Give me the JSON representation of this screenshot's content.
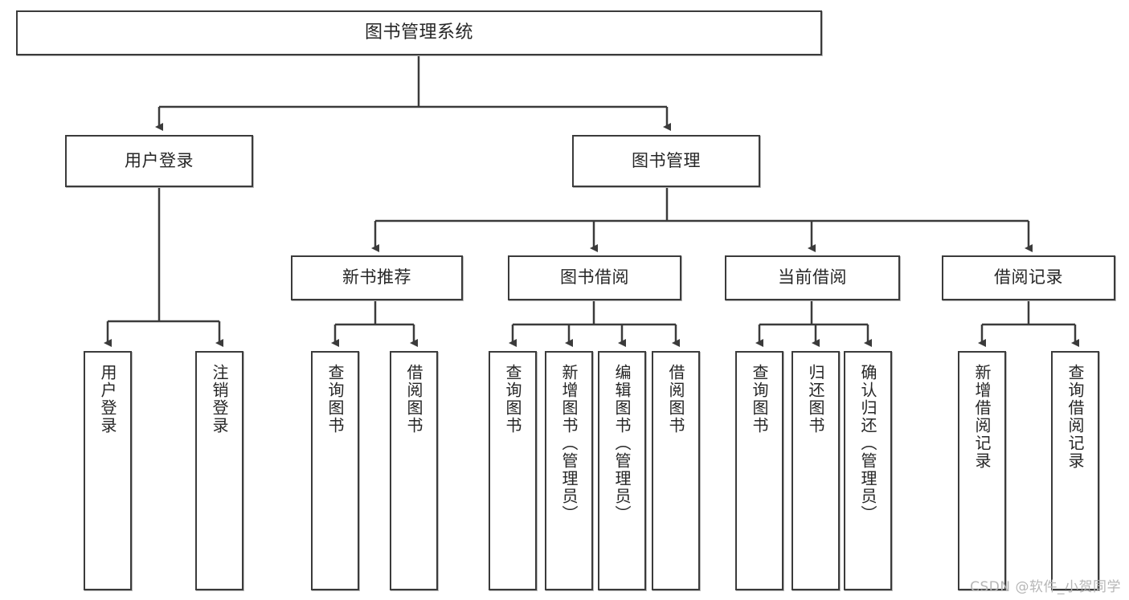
{
  "diagram": {
    "title": "图书管理系统",
    "watermark": "CSDN @软件_小贺同学",
    "colors": {
      "box_border": "#3b3b3b",
      "box_fill": "#ffffff",
      "text": "#262626",
      "connector": "#3b3b3b",
      "watermark": "#b6b6b6"
    },
    "root": {
      "label": "图书管理系统"
    },
    "level2": [
      {
        "label": "用户登录"
      },
      {
        "label": "图书管理"
      }
    ],
    "level3": [
      {
        "label": "新书推荐"
      },
      {
        "label": "图书借阅"
      },
      {
        "label": "当前借阅"
      },
      {
        "label": "借阅记录"
      }
    ],
    "leaves": {
      "user_login": [
        {
          "label": "用户登录"
        },
        {
          "label": "注销登录"
        }
      ],
      "new_book": [
        {
          "label": "查询图书"
        },
        {
          "label": "借阅图书"
        }
      ],
      "book_borrow": [
        {
          "label": "查询图书"
        },
        {
          "label": "新增图书（管理员）"
        },
        {
          "label": "编辑图书（管理员）"
        },
        {
          "label": "借阅图书"
        }
      ],
      "current_borrow": [
        {
          "label": "查询图书"
        },
        {
          "label": "归还图书"
        },
        {
          "label": "确认归还（管理员）"
        }
      ],
      "borrow_record": [
        {
          "label": "新增借阅记录"
        },
        {
          "label": "查询借阅记录"
        }
      ]
    }
  }
}
